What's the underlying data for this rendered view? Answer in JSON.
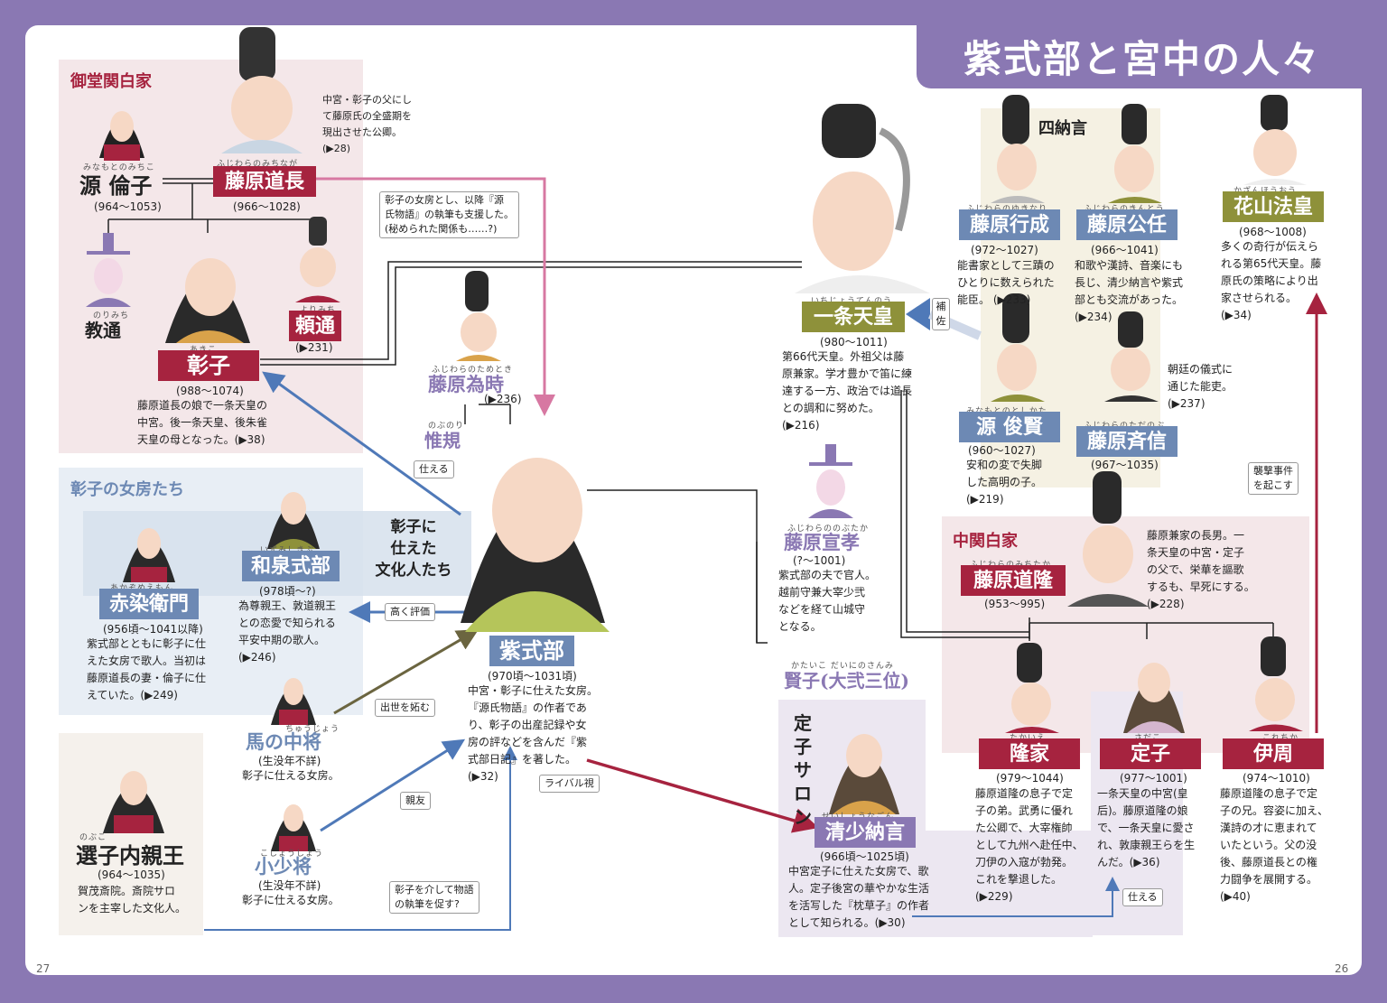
{
  "title": "紫式部と宮中の人々",
  "page_left": "27",
  "page_right": "26",
  "sections": {
    "mido": "御堂関白家",
    "nyobo": "彰子の女房たち",
    "shinagon": "四納言",
    "nakakanpaku": "中関白家",
    "teishi_salon": "定\n子\nサ\nロ\nン",
    "bunkajin": "彰子に\n仕えた\n文化人たち"
  },
  "people": {
    "michinaga": {
      "ruby": "ふじわらのみちなが",
      "name": "藤原道長",
      "years": "(966〜1028)",
      "desc": "中宮・彰子の父にし\nて藤原氏の全盛期を\n現出させた公卿。\n(▶28)"
    },
    "rinshi": {
      "ruby": "みなもとのみちこ",
      "name": "源 倫子",
      "years": "(964〜1053)"
    },
    "norimichi": {
      "ruby": "のりみち",
      "name": "教通"
    },
    "yorimichi": {
      "ruby": "よりみち",
      "name": "頼通",
      "years": "(▶231)"
    },
    "shoshi": {
      "ruby": "あきこ",
      "name": "彰子",
      "years": "(988〜1074)",
      "desc": "藤原道長の娘で一条天皇の\n中宮。後一条天皇、後朱雀\n天皇の母となった。(▶38)"
    },
    "tametoki": {
      "ruby": "ふじわらのためとき",
      "name": "藤原為時",
      "years": "(▶236)"
    },
    "nobunori": {
      "ruby": "のぶのり",
      "name": "惟規"
    },
    "murasaki": {
      "name": "紫式部",
      "years": "(970頃〜1031頃)",
      "desc": "中宮・彰子に仕えた女房。\n『源氏物語』の作者であ\nり、彰子の出産記録や女\n房の評などを含んだ『紫\n式部日記』を著した。\n(▶32)"
    },
    "izumi": {
      "ruby": "いずみしきぶ",
      "name": "和泉式部",
      "years": "(978頃〜?)",
      "desc": "為尊親王、敦道親王\nとの恋愛で知られる\n平安中期の歌人。\n(▶246)"
    },
    "akazome": {
      "ruby": "あかぞめえもん",
      "name": "赤染衛門",
      "years": "(956頃〜1041以降)",
      "desc": "紫式部とともに彰子に仕\nえた女房で歌人。当初は\n藤原道長の妻・倫子に仕\nえていた。(▶249)"
    },
    "uma": {
      "ruby": "ちゅうじょう",
      "name": "馬の中将",
      "years": "(生没年不詳)",
      "desc": "彰子に仕える女房。"
    },
    "kosho": {
      "ruby": "こしょうしょう",
      "name": "小少将",
      "years": "(生没年不詳)",
      "desc": "彰子に仕える女房。"
    },
    "senshi": {
      "ruby": "のぶこ",
      "name": "選子内親王",
      "years": "(964〜1035)",
      "desc": "賀茂斎院。斎院サロ\nンを主宰した文化人。"
    },
    "ichijo": {
      "ruby": "いちじょうてんのう",
      "name": "一条天皇",
      "years": "(980〜1011)",
      "desc": "第66代天皇。外祖父は藤\n原兼家。学才豊かで笛に練\n達する一方、政治では道長\nとの調和に努めた。\n(▶216)"
    },
    "nobutaka": {
      "ruby": "ふじわらののぶたか",
      "name": "藤原宣孝",
      "years": "(?〜1001)",
      "desc": "紫式部の夫で官人。\n越前守兼大宰少弐\nなどを経て山城守\nとなる。"
    },
    "kenshi": {
      "ruby": "かたいこ だいにのさんみ",
      "name": "賢子(大弐三位)"
    },
    "seishonagon": {
      "ruby": "せいしょうなごん",
      "name": "清少納言",
      "years": "(966頃〜1025頃)",
      "desc": "中宮定子に仕えた女房で、歌\n人。定子後宮の華やかな生活\nを活写した『枕草子』の作者\nとして知られる。(▶30)"
    },
    "yukinari": {
      "ruby": "ふじわらのゆきなり",
      "name": "藤原行成",
      "years": "(972〜1027)",
      "desc": "能書家として三蹟の\nひとりに数えられた\n能臣。    (▶233)"
    },
    "kinto": {
      "ruby": "ふじわらのきんとう",
      "name": "藤原公任",
      "years": "(966〜1041)",
      "desc": "和歌や漢詩、音楽にも\n長じ、清少納言や紫式\n部とも交流があった。\n(▶234)"
    },
    "toshikata": {
      "ruby": "みなもとのとしかた",
      "name": "源 俊賢",
      "years": "(960〜1027)",
      "desc": "安和の変で失脚\nした高明の子。\n(▶219)"
    },
    "tadanobu": {
      "ruby": "ふじわらのただのぶ",
      "name": "藤原斉信",
      "years": "(967〜1035)",
      "desc": "朝廷の儀式に\n通じた能吏。\n(▶237)"
    },
    "kazan": {
      "ruby": "かざんほうおう",
      "name": "花山法皇",
      "years": "(968〜1008)",
      "desc": "多くの奇行が伝えら\nれる第65代天皇。藤\n原氏の策略により出\n家させられる。\n(▶34)"
    },
    "michitaka": {
      "ruby": "ふじわらのみちたか",
      "name": "藤原道隆",
      "years": "(953〜995)",
      "desc": "藤原兼家の長男。一\n条天皇の中宮・定子\nの父で、栄華を謳歌\nするも、早死にする。\n(▶228)"
    },
    "takaie": {
      "ruby": "たかいえ",
      "name": "隆家",
      "years": "(979〜1044)",
      "desc": "藤原道隆の息子で定\n子の弟。武勇に優れ\nた公卿で、大宰権帥\nとして九州へ赴任中、\n刀伊の入寇が勃発。\nこれを撃退した。\n(▶229)"
    },
    "teishi": {
      "ruby": "さだこ",
      "name": "定子",
      "years": "(977〜1001)",
      "desc": "一条天皇の中宮(皇\n后)。藤原道隆の娘\nで、一条天皇に愛さ\nれ、敦康親王らを生\nんだ。(▶36)"
    },
    "korechika": {
      "ruby": "これちか",
      "name": "伊周",
      "years": "(974〜1010)",
      "desc": "藤原道隆の息子で定\n子の兄。容姿に加え、\n漢詩の才に恵まれて\nいたという。父の没\n後、藤原道長との権\n力闘争を展開する。\n(▶40)"
    }
  },
  "tags": {
    "genji_support": "彰子の女房とし、以降『源\n氏物語』の執筆も支援した。\n(秘められた関係も……?)",
    "tsukaeru1": "仕える",
    "takaku": "高く評価",
    "shusse": "出世を妬む",
    "shinyu": "親友",
    "rival": "ライバル視",
    "unagasu": "彰子を介して物語\nの執筆を促す?",
    "hosa": "補\n佐",
    "shugeki": "襲撃事件\nを起こす",
    "tsukaeru2": "仕える"
  },
  "colors": {
    "purple": "#8a78b3",
    "red": "#a6233f",
    "olive": "#8e913a",
    "blue": "#4f79b8",
    "pink": "#d778a2",
    "dark_olive": "#6b6540"
  }
}
